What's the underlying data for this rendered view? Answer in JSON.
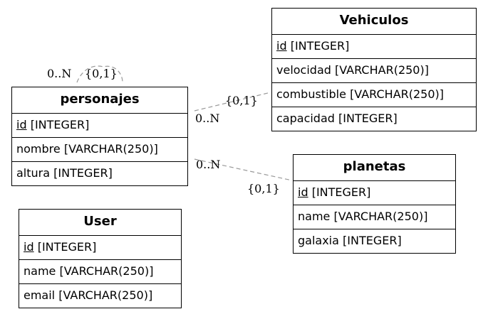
{
  "entities": {
    "personajes": {
      "name": "personajes",
      "fields": [
        {
          "key": "id",
          "type": "[INTEGER]"
        },
        {
          "name": "nombre",
          "type": "[VARCHAR(250)]"
        },
        {
          "name": "altura",
          "type": "[INTEGER]"
        }
      ]
    },
    "vehiculos": {
      "name": "Vehiculos",
      "fields": [
        {
          "key": "id",
          "type": "[INTEGER]"
        },
        {
          "name": "velocidad",
          "type": "[VARCHAR(250)]"
        },
        {
          "name": "combustible",
          "type": "[VARCHAR(250)]"
        },
        {
          "name": "capacidad",
          "type": "[INTEGER]"
        }
      ]
    },
    "planetas": {
      "name": "planetas",
      "fields": [
        {
          "key": "id",
          "type": "[INTEGER]"
        },
        {
          "name": "name",
          "type": "[VARCHAR(250)]"
        },
        {
          "name": "galaxia",
          "type": "[INTEGER]"
        }
      ]
    },
    "user": {
      "name": "User",
      "fields": [
        {
          "key": "id",
          "type": "[INTEGER]"
        },
        {
          "name": "name",
          "type": "[VARCHAR(250)]"
        },
        {
          "name": "email",
          "type": "[VARCHAR(250)]"
        }
      ]
    }
  },
  "relations": {
    "self": {
      "from": "0..N",
      "to": "{0,1}"
    },
    "vehiculos": {
      "from": "0..N",
      "to": "{0,1}"
    },
    "planetas": {
      "from": "0..N",
      "to": "{0,1}"
    }
  },
  "colors": {
    "line": "#999999",
    "border": "#000000",
    "background": "#ffffff"
  }
}
